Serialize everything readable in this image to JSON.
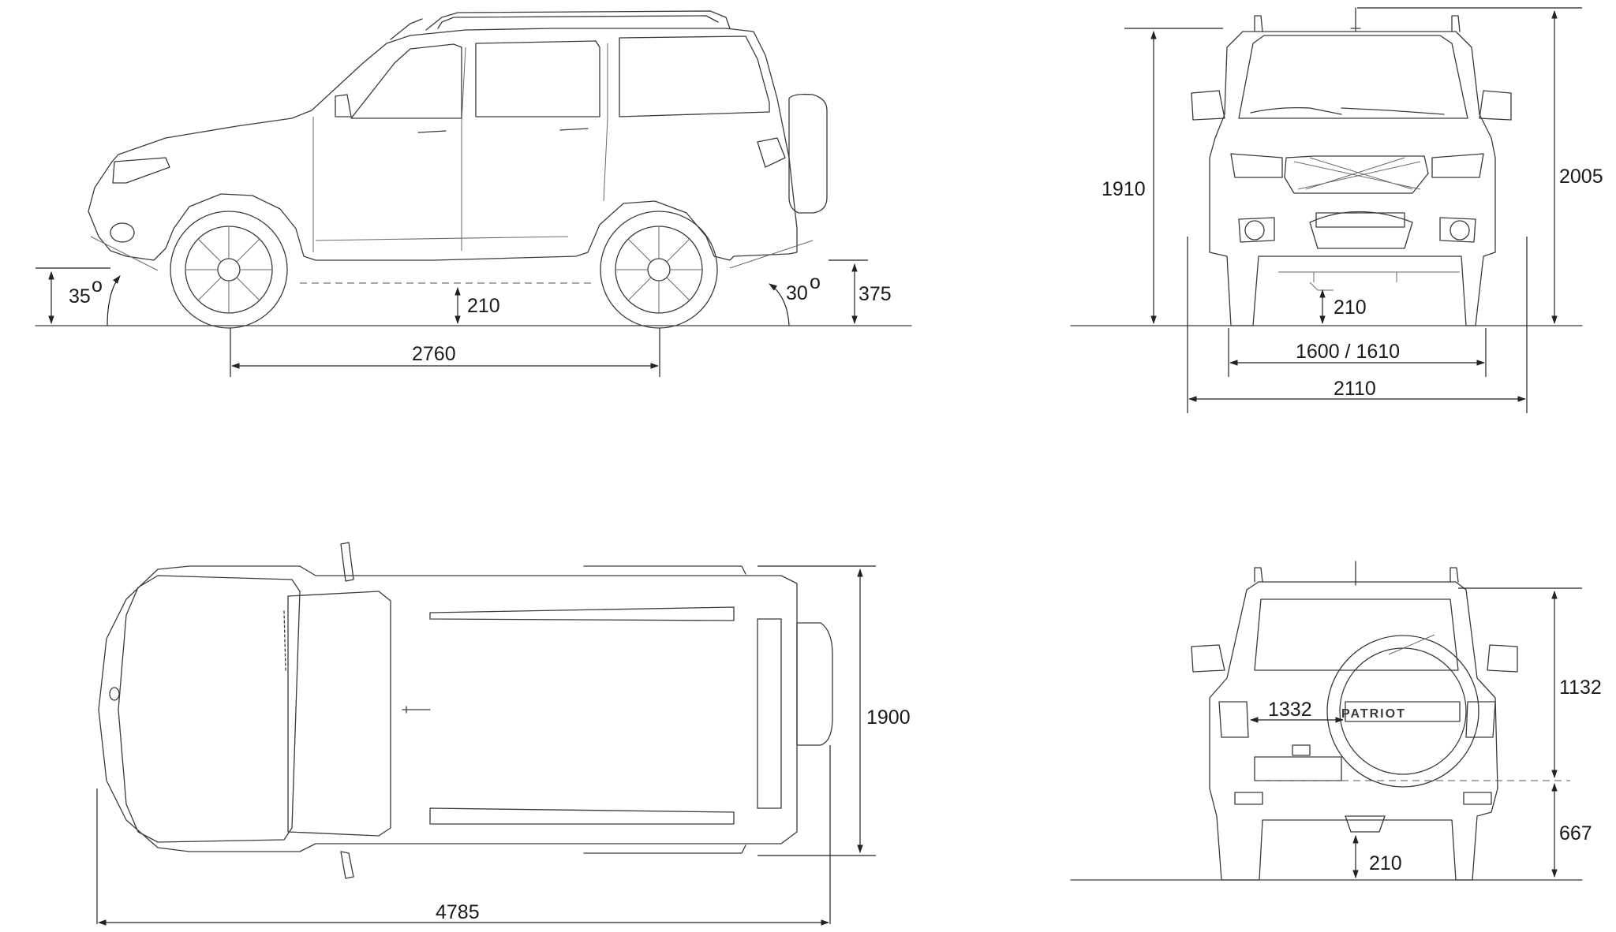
{
  "side_view": {
    "approach_angle": "35",
    "departure_angle": "30",
    "degree_sign": "o",
    "ground_clearance": "210",
    "rear_overhang_height": "375",
    "wheelbase": "2760"
  },
  "front_view": {
    "height_body": "1910",
    "height_total": "2005",
    "ground_clearance": "210",
    "track": "1600 / 1610",
    "width_mirrors": "2110"
  },
  "top_view": {
    "width": "1900",
    "length": "4785"
  },
  "rear_view": {
    "spare_wheel_text": "PATRIOT",
    "door_width": "1332",
    "upper_height": "1132",
    "lower_height": "667",
    "ground_clearance": "210"
  }
}
